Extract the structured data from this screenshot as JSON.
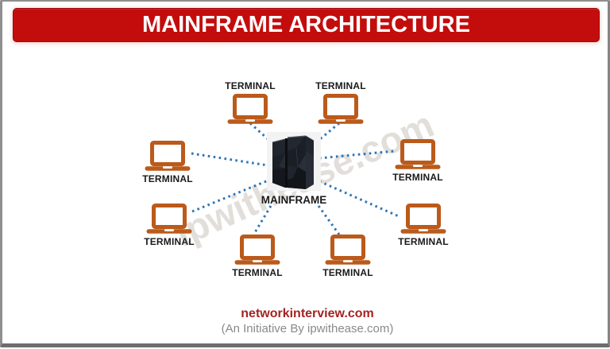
{
  "header": {
    "title": "MAINFRAME ARCHITECTURE"
  },
  "watermark": {
    "text": "ipwithease.com"
  },
  "diagram": {
    "mainframe": {
      "id": "mainframe",
      "label": "MAINFRAME",
      "icon": "mainframe-server-icon"
    },
    "terminals": [
      {
        "id": "terminal-top-left",
        "label": "TERMINAL",
        "label_position": "above",
        "icon": "laptop-icon"
      },
      {
        "id": "terminal-top-right",
        "label": "TERMINAL",
        "label_position": "above",
        "icon": "laptop-icon"
      },
      {
        "id": "terminal-left",
        "label": "TERMINAL",
        "label_position": "below",
        "icon": "laptop-icon"
      },
      {
        "id": "terminal-right",
        "label": "TERMINAL",
        "label_position": "below",
        "icon": "laptop-icon"
      },
      {
        "id": "terminal-left-lower",
        "label": "TERMINAL",
        "label_position": "below",
        "icon": "laptop-icon"
      },
      {
        "id": "terminal-right-lower",
        "label": "TERMINAL",
        "label_position": "below",
        "icon": "laptop-icon"
      },
      {
        "id": "terminal-bottom-left",
        "label": "TERMINAL",
        "label_position": "below",
        "icon": "laptop-icon"
      },
      {
        "id": "terminal-bottom-right",
        "label": "TERMINAL",
        "label_position": "below",
        "icon": "laptop-icon"
      }
    ],
    "connections": [
      {
        "from": "terminal-top-left",
        "to": "mainframe",
        "style": "dotted"
      },
      {
        "from": "terminal-top-right",
        "to": "mainframe",
        "style": "dotted"
      },
      {
        "from": "terminal-left",
        "to": "mainframe",
        "style": "dotted"
      },
      {
        "from": "terminal-right",
        "to": "mainframe",
        "style": "dotted"
      },
      {
        "from": "terminal-left-lower",
        "to": "mainframe",
        "style": "dotted"
      },
      {
        "from": "terminal-right-lower",
        "to": "mainframe",
        "style": "dotted"
      },
      {
        "from": "terminal-bottom-left",
        "to": "mainframe",
        "style": "dotted"
      },
      {
        "from": "terminal-bottom-right",
        "to": "mainframe",
        "style": "dotted"
      }
    ]
  },
  "footer": {
    "site_link": "networkinterview.com",
    "tagline": "(An Initiative By ipwithease.com)"
  },
  "colors": {
    "banner_red": "#C30D0D",
    "banner_border_red": "#9C0A0A",
    "title_text": "#FFFFFF",
    "terminal_orange": "#BB5A1A",
    "connection_blue": "#2E75B6",
    "label_black": "#1A1A1A",
    "footer_red": "#A32422",
    "footer_gray": "#8A8A8A",
    "watermark_gray": "#CCC6BE",
    "frame_border_gray": "#8F8F8F"
  }
}
